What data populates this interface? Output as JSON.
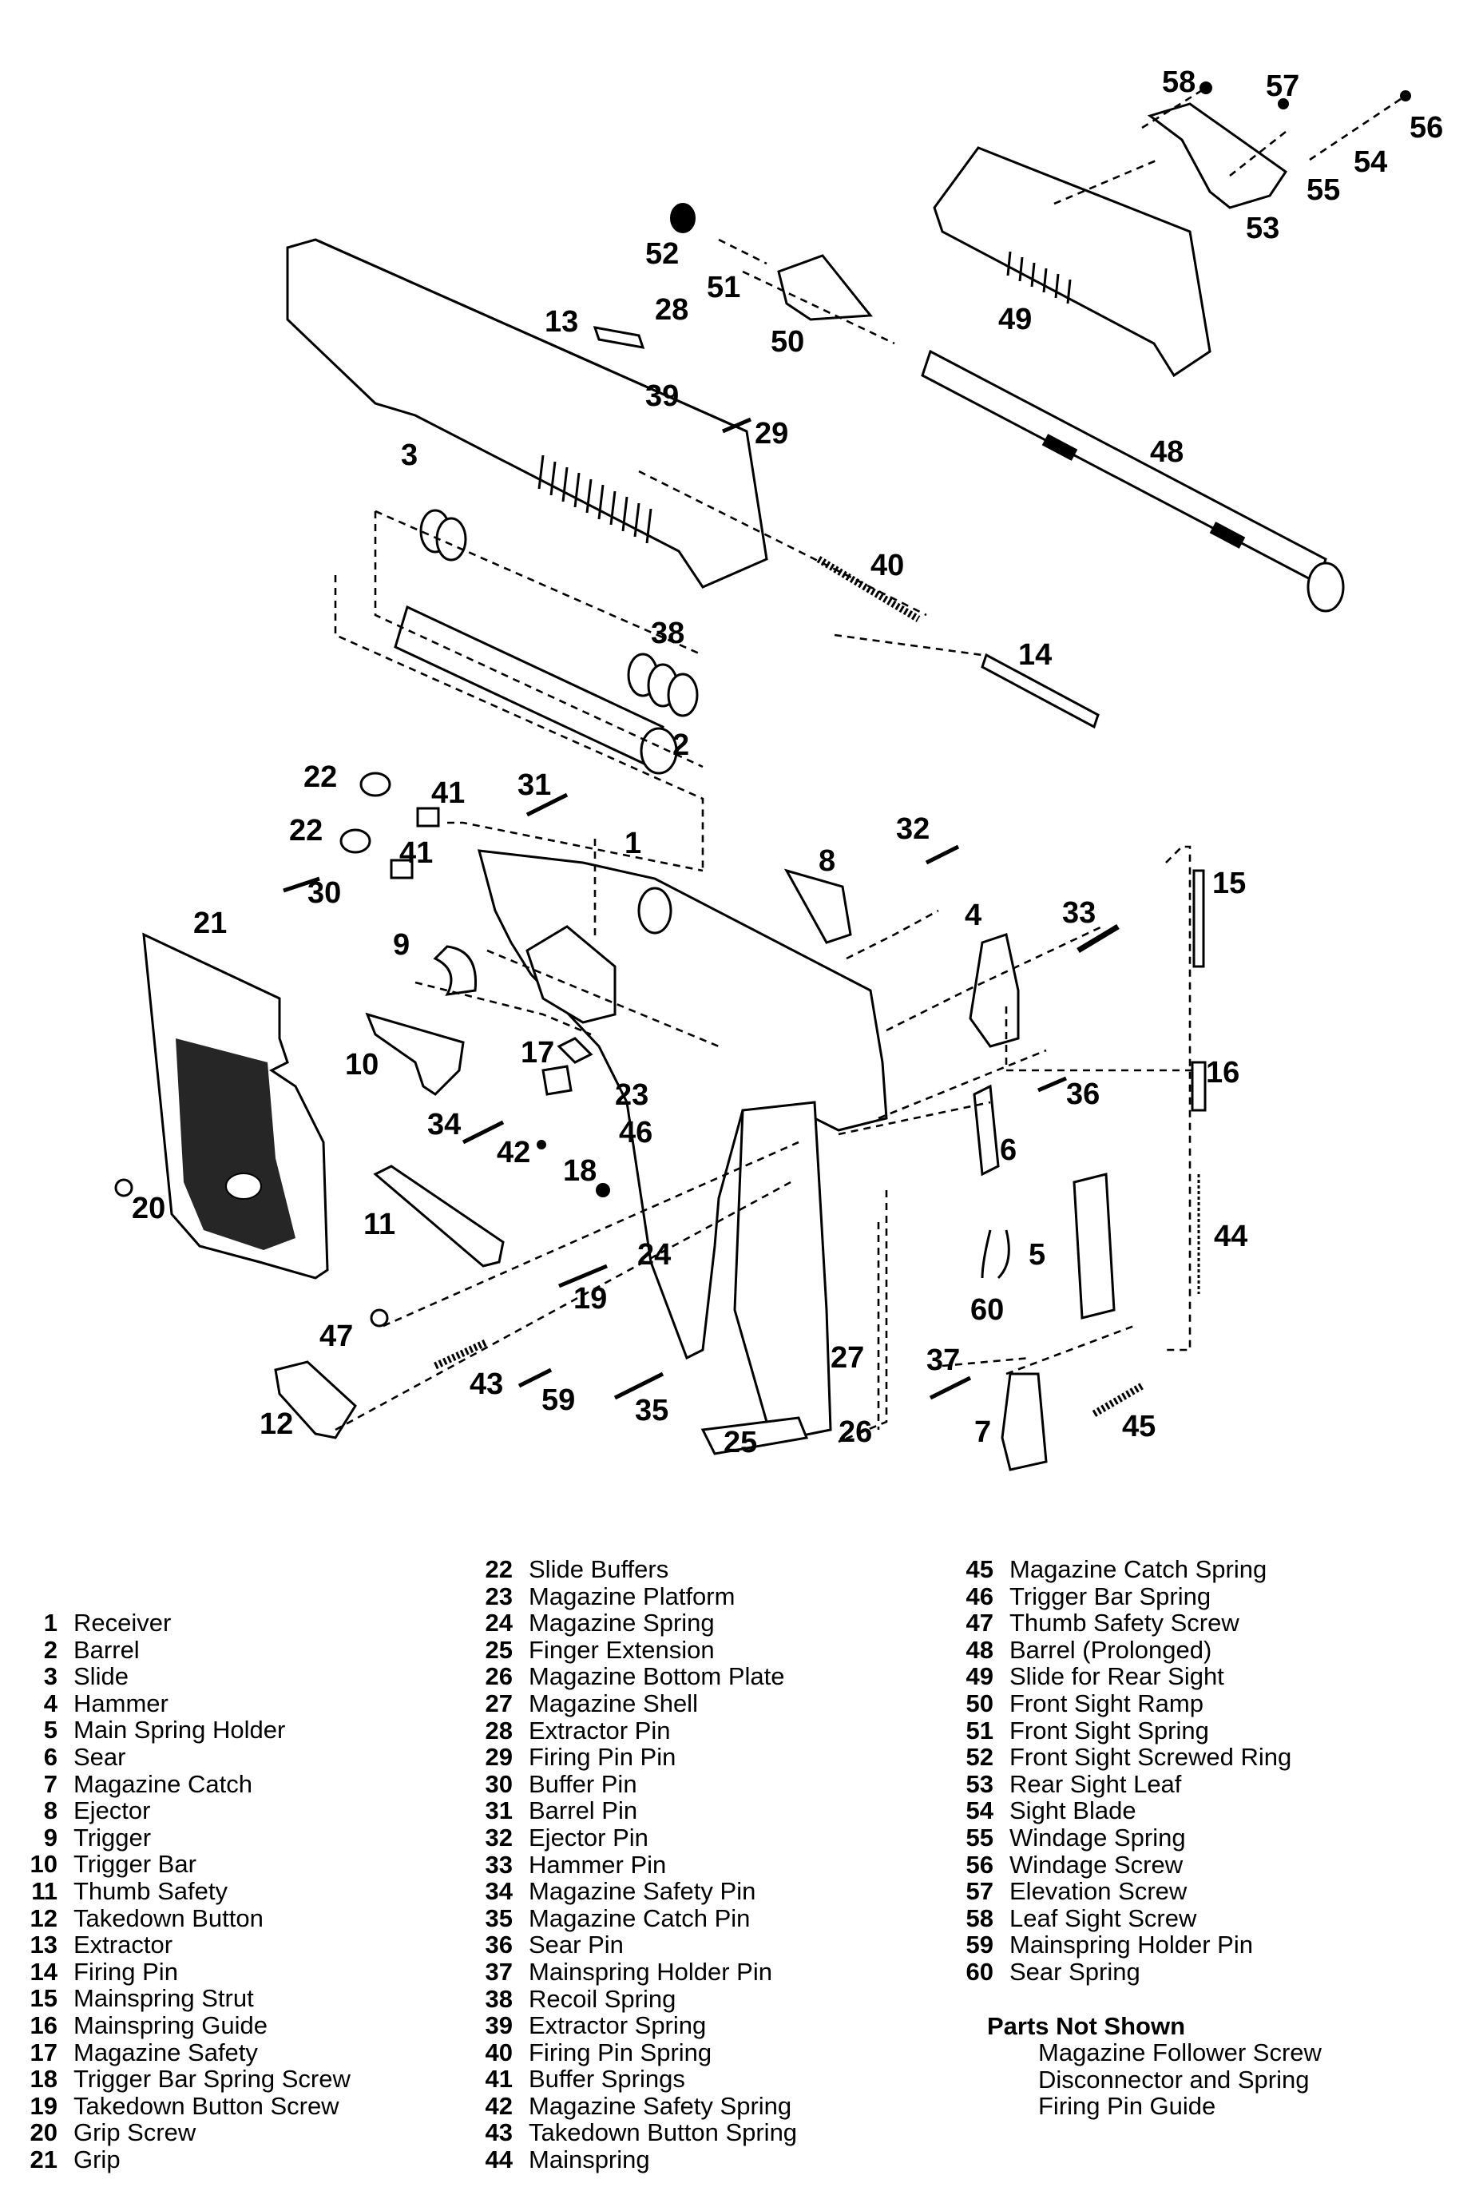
{
  "diagram": {
    "callouts": [
      "1",
      "2",
      "3",
      "4",
      "5",
      "6",
      "7",
      "8",
      "9",
      "10",
      "11",
      "12",
      "13",
      "14",
      "15",
      "16",
      "17",
      "18",
      "19",
      "20",
      "21",
      "22",
      "22",
      "23",
      "24",
      "25",
      "26",
      "27",
      "28",
      "29",
      "30",
      "31",
      "32",
      "33",
      "34",
      "35",
      "36",
      "37",
      "38",
      "39",
      "40",
      "41",
      "41",
      "42",
      "43",
      "44",
      "45",
      "46",
      "47",
      "48",
      "49",
      "50",
      "51",
      "52",
      "53",
      "54",
      "55",
      "56",
      "57",
      "58",
      "59",
      "60"
    ]
  },
  "legend": {
    "column1": [
      {
        "num": "1",
        "name": "Receiver"
      },
      {
        "num": "2",
        "name": "Barrel"
      },
      {
        "num": "3",
        "name": "Slide"
      },
      {
        "num": "4",
        "name": "Hammer"
      },
      {
        "num": "5",
        "name": "Main Spring Holder"
      },
      {
        "num": "6",
        "name": "Sear"
      },
      {
        "num": "7",
        "name": "Magazine Catch"
      },
      {
        "num": "8",
        "name": "Ejector"
      },
      {
        "num": "9",
        "name": "Trigger"
      },
      {
        "num": "10",
        "name": "Trigger Bar"
      },
      {
        "num": "11",
        "name": "Thumb Safety"
      },
      {
        "num": "12",
        "name": "Takedown Button"
      },
      {
        "num": "13",
        "name": "Extractor"
      },
      {
        "num": "14",
        "name": "Firing Pin"
      },
      {
        "num": "15",
        "name": "Mainspring Strut"
      },
      {
        "num": "16",
        "name": "Mainspring Guide"
      },
      {
        "num": "17",
        "name": "Magazine Safety"
      },
      {
        "num": "18",
        "name": "Trigger Bar Spring Screw"
      },
      {
        "num": "19",
        "name": "Takedown Button Screw"
      },
      {
        "num": "20",
        "name": "Grip Screw"
      },
      {
        "num": "21",
        "name": "Grip"
      }
    ],
    "column2": [
      {
        "num": "22",
        "name": "Slide Buffers"
      },
      {
        "num": "23",
        "name": "Magazine Platform"
      },
      {
        "num": "24",
        "name": "Magazine Spring"
      },
      {
        "num": "25",
        "name": "Finger Extension"
      },
      {
        "num": "26",
        "name": "Magazine Bottom Plate"
      },
      {
        "num": "27",
        "name": "Magazine Shell"
      },
      {
        "num": "28",
        "name": "Extractor Pin"
      },
      {
        "num": "29",
        "name": "Firing Pin Pin"
      },
      {
        "num": "30",
        "name": "Buffer Pin"
      },
      {
        "num": "31",
        "name": "Barrel Pin"
      },
      {
        "num": "32",
        "name": "Ejector Pin"
      },
      {
        "num": "33",
        "name": "Hammer Pin"
      },
      {
        "num": "34",
        "name": "Magazine Safety Pin"
      },
      {
        "num": "35",
        "name": "Magazine Catch Pin"
      },
      {
        "num": "36",
        "name": "Sear Pin"
      },
      {
        "num": "37",
        "name": "Mainspring Holder Pin"
      },
      {
        "num": "38",
        "name": "Recoil Spring"
      },
      {
        "num": "39",
        "name": "Extractor Spring"
      },
      {
        "num": "40",
        "name": "Firing Pin Spring"
      },
      {
        "num": "41",
        "name": "Buffer Springs"
      },
      {
        "num": "42",
        "name": "Magazine Safety Spring"
      },
      {
        "num": "43",
        "name": "Takedown Button Spring"
      },
      {
        "num": "44",
        "name": "Mainspring"
      }
    ],
    "column3": [
      {
        "num": "45",
        "name": "Magazine Catch Spring"
      },
      {
        "num": "46",
        "name": "Trigger Bar Spring"
      },
      {
        "num": "47",
        "name": "Thumb Safety Screw"
      },
      {
        "num": "48",
        "name": "Barrel (Prolonged)"
      },
      {
        "num": "49",
        "name": "Slide for Rear Sight"
      },
      {
        "num": "50",
        "name": "Front Sight Ramp"
      },
      {
        "num": "51",
        "name": "Front Sight Spring"
      },
      {
        "num": "52",
        "name": "Front Sight Screwed Ring"
      },
      {
        "num": "53",
        "name": "Rear Sight Leaf"
      },
      {
        "num": "54",
        "name": "Sight Blade"
      },
      {
        "num": "55",
        "name": "Windage Spring"
      },
      {
        "num": "56",
        "name": "Windage Screw"
      },
      {
        "num": "57",
        "name": "Elevation Screw"
      },
      {
        "num": "58",
        "name": "Leaf Sight Screw"
      },
      {
        "num": "59",
        "name": "Mainspring Holder Pin"
      },
      {
        "num": "60",
        "name": "Sear Spring"
      }
    ],
    "parts_not_shown": {
      "title": "Parts Not Shown",
      "items": [
        "Magazine Follower Screw",
        "Disconnector and Spring",
        "Firing Pin Guide"
      ]
    }
  }
}
